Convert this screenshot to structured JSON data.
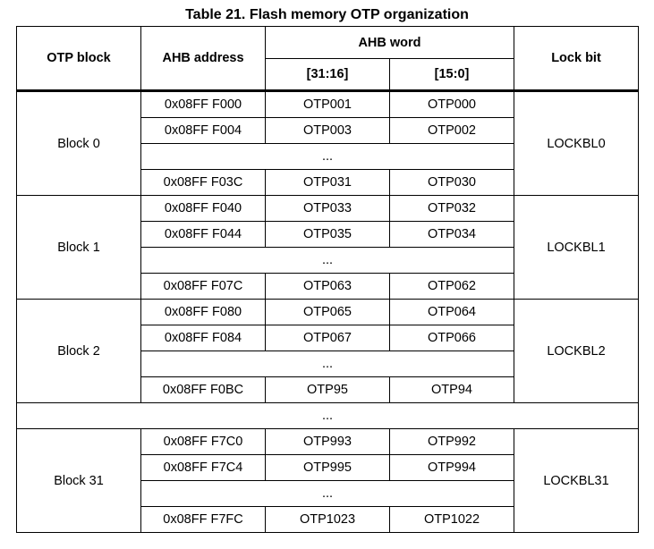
{
  "title": "Table 21. Flash memory OTP organization",
  "headers": {
    "otp_block": "OTP block",
    "ahb_address": "AHB address",
    "ahb_word": "AHB word",
    "bits_high": "[31:16]",
    "bits_low": "[15:0]",
    "lock_bit": "Lock bit"
  },
  "ellipsis": "...",
  "blocks": [
    {
      "name": "Block 0",
      "lock": "LOCKBL0",
      "rows": [
        {
          "addr": "0x08FF F000",
          "hi": "OTP001",
          "lo": "OTP000"
        },
        {
          "addr": "0x08FF F004",
          "hi": "OTP003",
          "lo": "OTP002"
        },
        {
          "addr": "0x08FF F03C",
          "hi": "OTP031",
          "lo": "OTP030"
        }
      ]
    },
    {
      "name": "Block 1",
      "lock": "LOCKBL1",
      "rows": [
        {
          "addr": "0x08FF F040",
          "hi": "OTP033",
          "lo": "OTP032"
        },
        {
          "addr": "0x08FF F044",
          "hi": "OTP035",
          "lo": "OTP034"
        },
        {
          "addr": "0x08FF F07C",
          "hi": "OTP063",
          "lo": "OTP062"
        }
      ]
    },
    {
      "name": "Block 2",
      "lock": "LOCKBL2",
      "rows": [
        {
          "addr": "0x08FF F080",
          "hi": "OTP065",
          "lo": "OTP064"
        },
        {
          "addr": "0x08FF F084",
          "hi": "OTP067",
          "lo": "OTP066"
        },
        {
          "addr": "0x08FF F0BC",
          "hi": "OTP95",
          "lo": "OTP94"
        }
      ]
    },
    {
      "name": "Block 31",
      "lock": "LOCKBL31",
      "rows": [
        {
          "addr": "0x08FF F7C0",
          "hi": "OTP993",
          "lo": "OTP992"
        },
        {
          "addr": "0x08FF F7C4",
          "hi": "OTP995",
          "lo": "OTP994"
        },
        {
          "addr": "0x08FF F7FC",
          "hi": "OTP1023",
          "lo": "OTP1022"
        }
      ]
    }
  ]
}
